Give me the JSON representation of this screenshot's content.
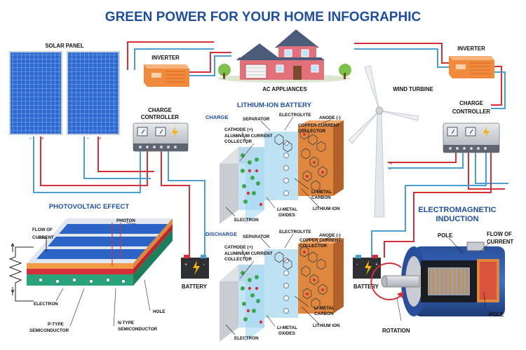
{
  "title": "GREEN POWER FOR YOUR HOME INFOGRAPHIC",
  "labels": {
    "solar_panel": "SOLAR PANEL",
    "inverter_left": "INVERTER",
    "inverter_right": "INVERTER",
    "ac_appliances": "AC APPLIANCES",
    "wind_turbine": "WIND TURBINE",
    "charge_left_1": "CHARGE",
    "charge_left_2": "CONTROLLER",
    "charge_right_1": "CHARGE",
    "charge_right_2": "CONTROLLER",
    "battery_left": "BATTERY",
    "battery_right": "BATTERY",
    "li_ion_title": "LITHIUM-ION BATTERY",
    "charge_tag": "CHARGE",
    "discharge_tag": "DISCHARGE",
    "pv_title": "PHOTOVOLTAIC  EFFECT",
    "em_title_1": "ELECTROMAGNETIC",
    "em_title_2": "INDUCTION"
  },
  "li_ion_charge": {
    "separator": "SEPARATOR",
    "electrolyte": "ELECTROLYTE",
    "anode": "ANODE (-)",
    "copper_1": "COPPER CURRENT",
    "copper_2": "COLLECTOR",
    "cathode": "CATHODE (+)",
    "aluminium_1": "ALUMINIUM CURRENT",
    "aluminium_2": "COLLECTOR",
    "li_metal_carbon_1": "LI-METAL",
    "li_metal_carbon_2": "CARBON",
    "lithium_ion": "LITHIUM ION",
    "li_metal_oxides_1": "LI-METAL",
    "li_metal_oxides_2": "OXIDES",
    "electron": "ELECTRON"
  },
  "li_ion_discharge": {
    "separator": "SEPARATOR",
    "electrolyte": "ELECTROLYTE",
    "anode": "ANODE (-)",
    "copper_1": "COPPER CURRENT",
    "copper_2": "COLLECTOR",
    "cathode": "CATHODE (+)",
    "aluminium_1": "ALUMINIUM CURRENT",
    "aluminium_2": "COLLECTOR",
    "li_metal_carbon_1": "LI-METAL",
    "li_metal_carbon_2": "CARBON",
    "lithium_ion": "LITHIUM ION",
    "li_metal_oxides_1": "LI-METAL",
    "li_metal_oxides_2": "OXIDES",
    "electron": "ELECTRON"
  },
  "pv": {
    "flow_1": "FLOW OF",
    "flow_2": "CURRENT",
    "photon": "PHOTON",
    "electron": "ELECTRON",
    "hole": "HOLE",
    "p_type_1": "P-TYPE",
    "p_type_2": "SEMICONDUCTOR",
    "n_type_1": "N-TYPE",
    "n_type_2": "SEMICONDUCTOR"
  },
  "em": {
    "pole_top": "POLE",
    "flow_1": "FLOW OF",
    "flow_2": "CURRENT",
    "pole_bottom": "POLE",
    "rotation": "ROTATION"
  },
  "colors": {
    "title": "#1f4e9c",
    "positive_wire": "#d3303a",
    "negative_wire": "#4a9fd0",
    "solar_cell": "#2f6ad3",
    "inverter": "#f08a3c",
    "house": "#e2717b"
  }
}
